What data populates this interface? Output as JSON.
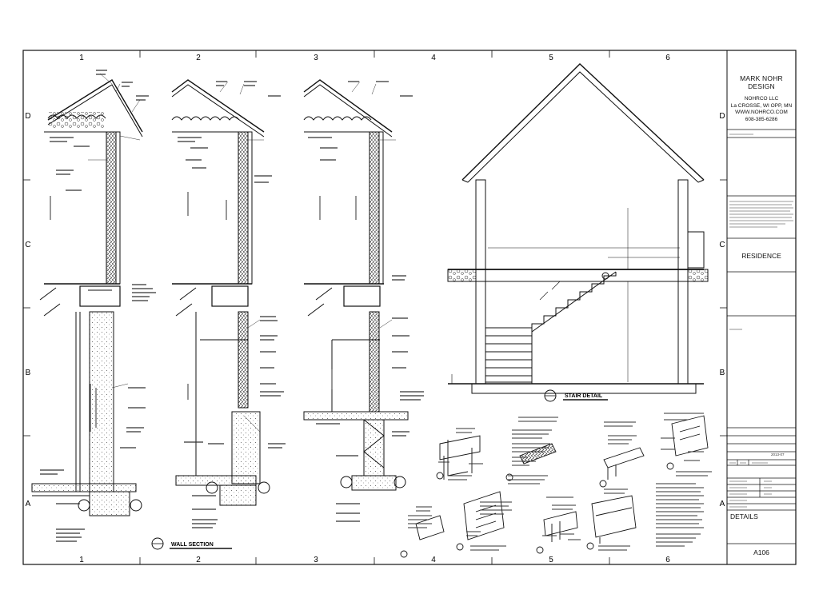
{
  "grid": {
    "columns": [
      "1",
      "2",
      "3",
      "4",
      "5",
      "6"
    ],
    "rows": [
      "D",
      "C",
      "B",
      "A"
    ]
  },
  "title_block": {
    "firm": "MARK NOHR DESIGN",
    "address": [
      "NOHRCO LLC",
      "La CROSSE, WI  OPP, MN",
      "WWW.NOHRCO.COM",
      "608-385-6286"
    ],
    "project": "RESIDENCE",
    "sheet_title": "DETAILS",
    "sheet_number": "A106",
    "date": "2013-07"
  },
  "drawing_titles": {
    "wall_section": "WALL SECTION",
    "stair_detail": "STAIR DETAIL"
  },
  "colors": {
    "line": "#111111",
    "background": "#ffffff"
  }
}
